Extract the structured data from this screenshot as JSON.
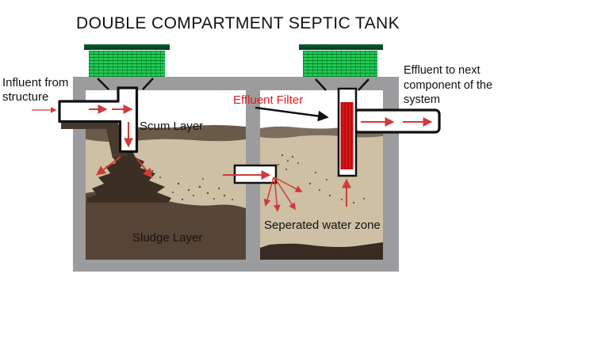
{
  "title": "DOUBLE COMPARTMENT SEPTIC TANK",
  "labels": {
    "influent": "Influent from\nstructure",
    "effluent_out": "Effluent to next\ncomponent of the\nsystem",
    "effluent_filter": "Effluent Filter",
    "scum": "Scum Layer",
    "sludge": "Sludge Layer",
    "separated_water": "Seperated water zone"
  },
  "colors": {
    "tank_gray": "#9c9c9e",
    "water_tan": "#cdc0a4",
    "scum_brown": "#6a5a4a",
    "crust_brown": "#7b6e5d",
    "sludge_brown": "#564537",
    "mound_dark": "#3b2e24",
    "bottom_sludge": "#382b21",
    "riser_green": "#1ecb52",
    "riser_cap_green": "#0a4a26",
    "filter_red": "#dd1313",
    "arrow_red": "#d23a3a",
    "label_red": "#e01f1f",
    "pipe_outline": "#111111"
  }
}
